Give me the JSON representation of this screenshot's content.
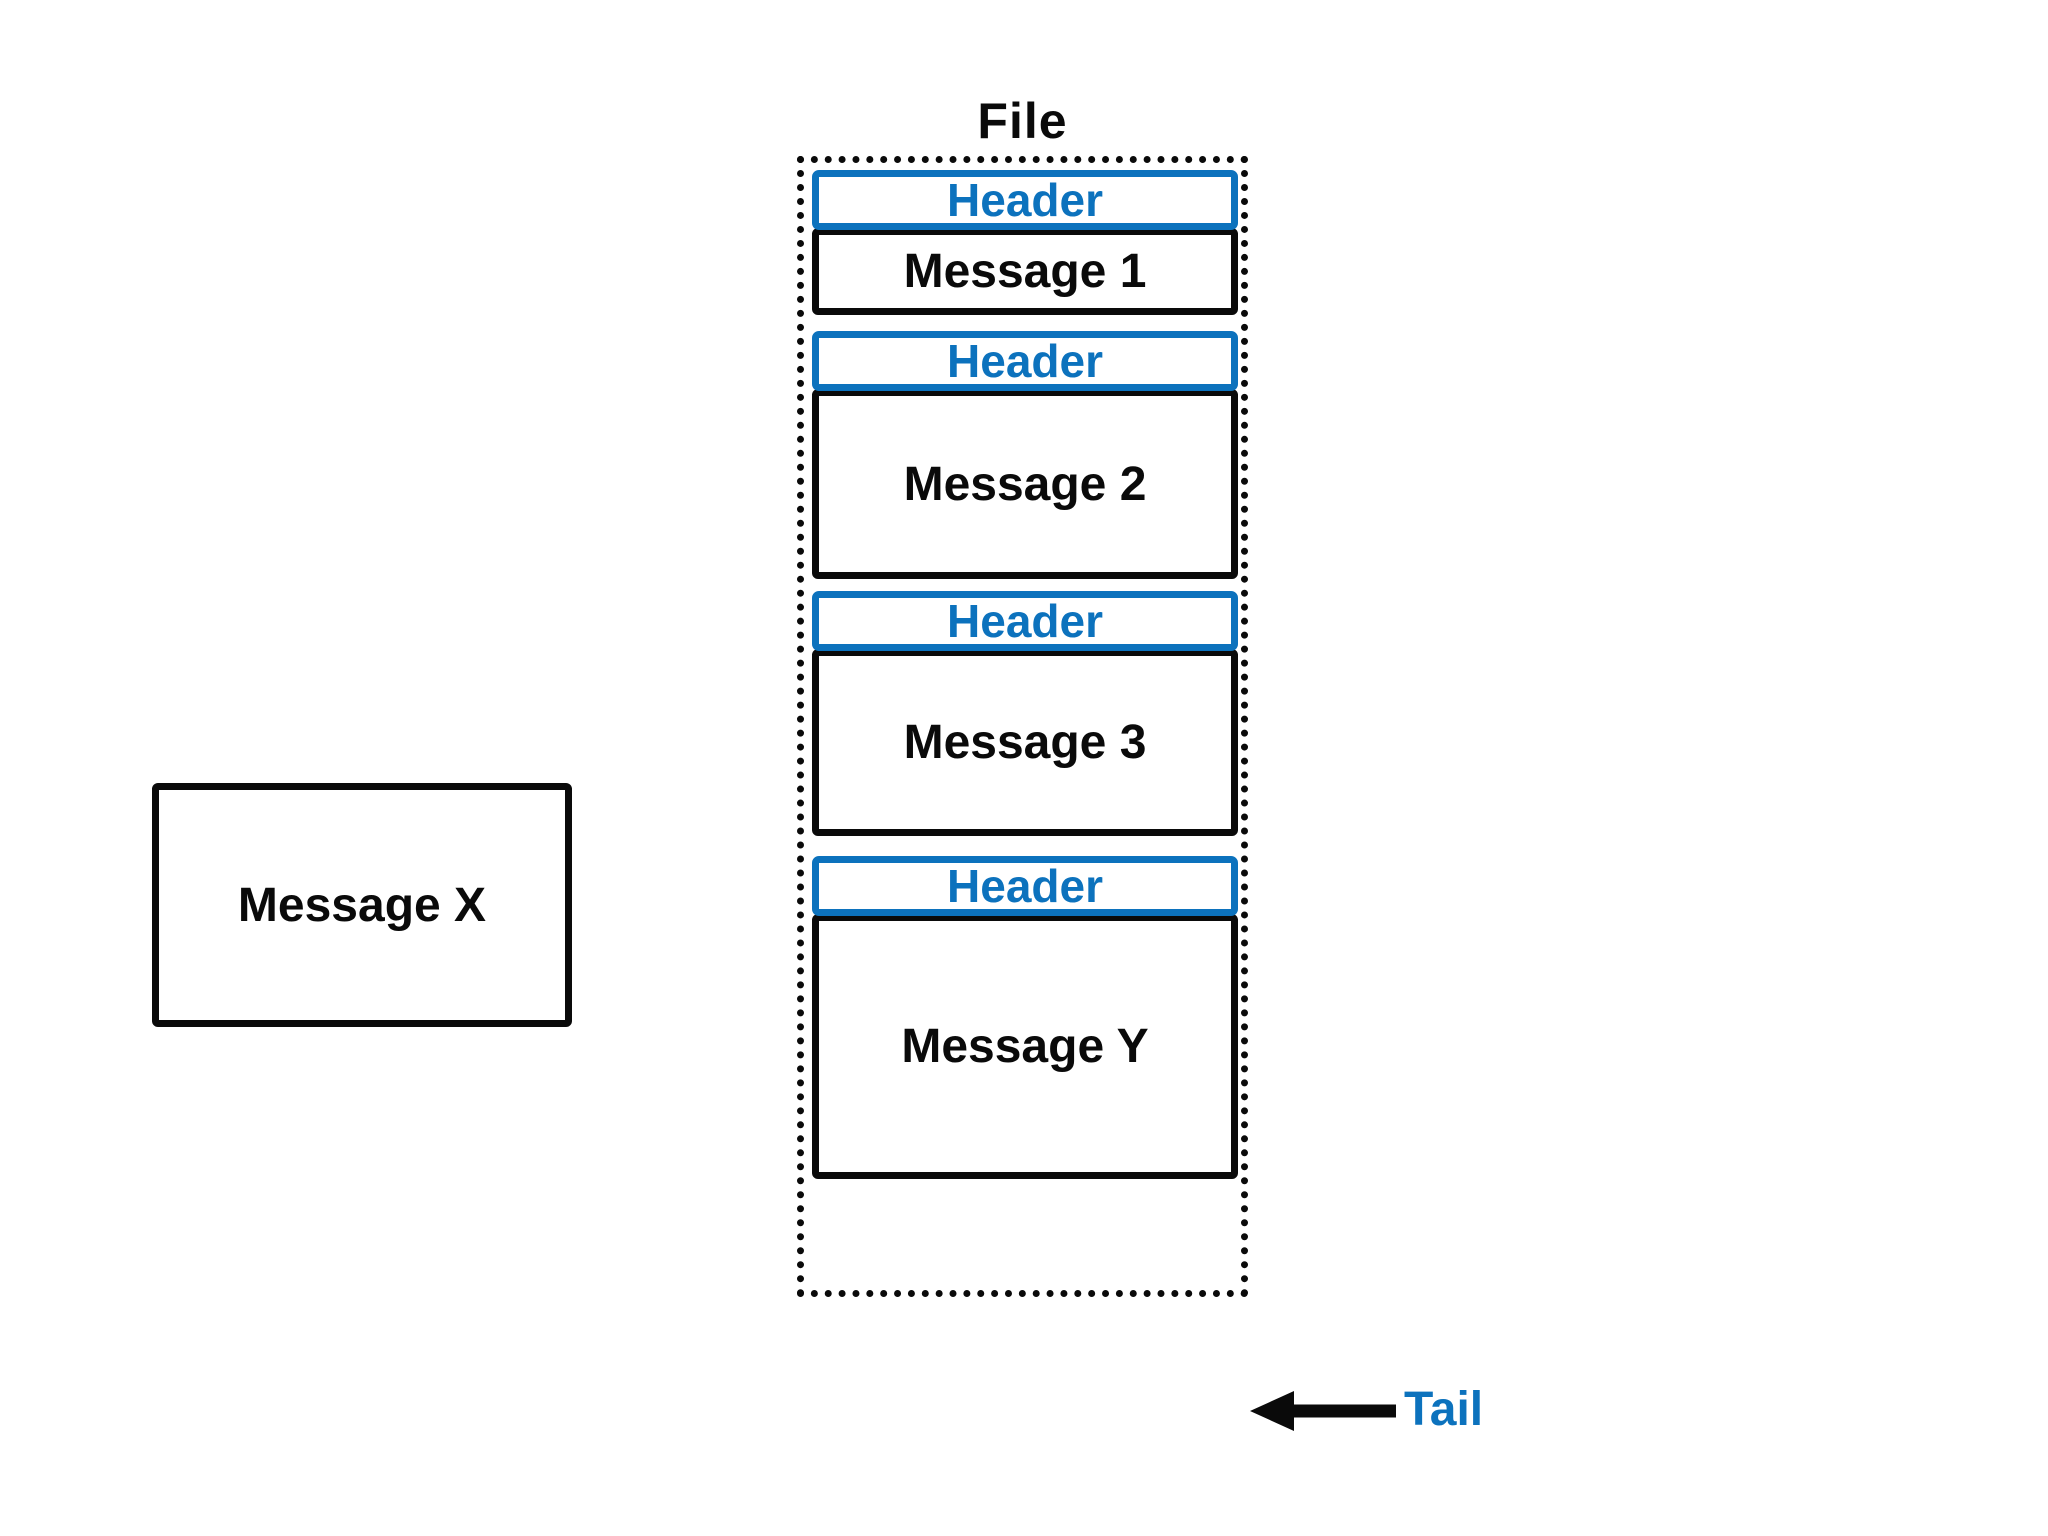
{
  "colors": {
    "accent_blue": "#0c72bd",
    "line_black": "#0a0a0a",
    "background": "#ffffff"
  },
  "file": {
    "title": "File",
    "blocks": [
      {
        "header": "Header",
        "message": "Message 1"
      },
      {
        "header": "Header",
        "message": "Message 2"
      },
      {
        "header": "Header",
        "message": "Message 3"
      },
      {
        "header": "Header",
        "message": "Message Y"
      }
    ]
  },
  "external_message": {
    "label": "Message X"
  },
  "tail_annotation": {
    "icon": "left-arrow-icon",
    "label": "Tail"
  }
}
